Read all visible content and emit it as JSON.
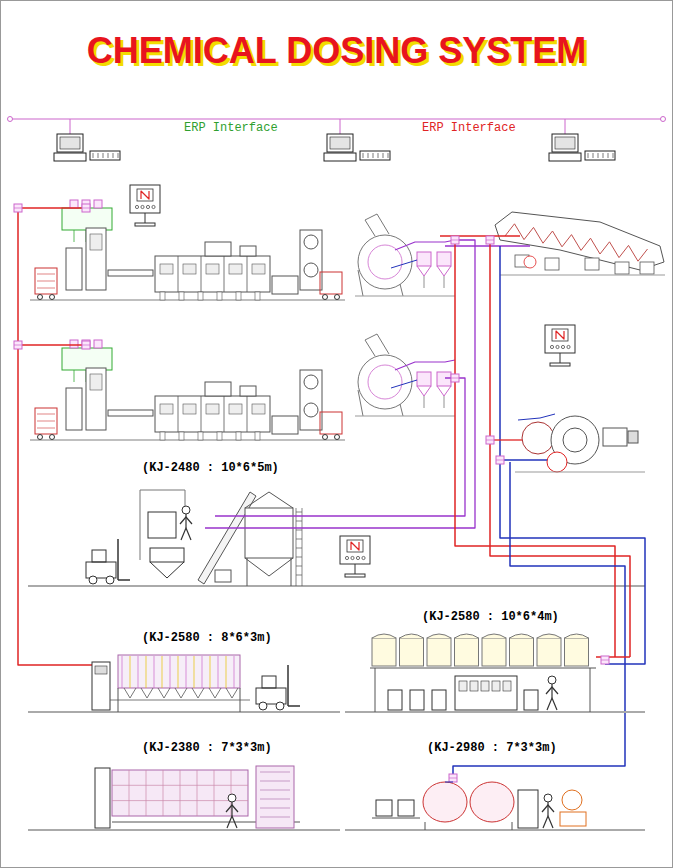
{
  "diagram": {
    "title": "CHEMICAL DOSING SYSTEM",
    "labels": [
      "ERP Interface",
      "ERP Interface",
      "(KJ-2480 : 10*6*5m)",
      "(KJ-2580 : 8*6*3m)",
      "(KJ-2580 : 10*6*4m)",
      "(KJ-2380 : 7*3*3m)",
      "(KJ-2980 : 7*3*3m)"
    ]
  }
}
